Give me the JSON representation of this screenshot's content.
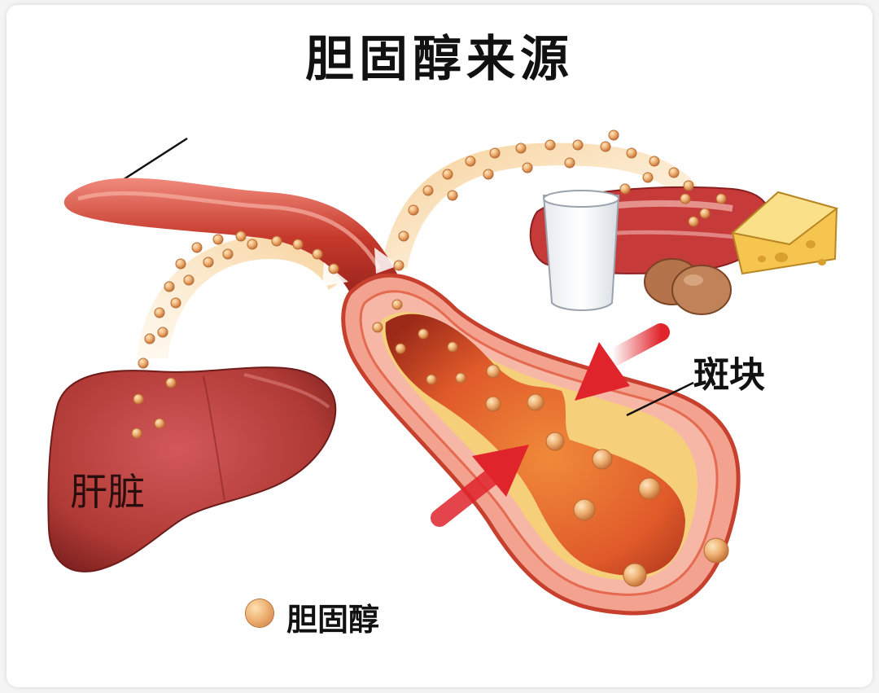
{
  "title": "胆固醇来源",
  "labels": {
    "liver": "肝脏",
    "plaque": "斑块"
  },
  "legend": {
    "cholesterol": "胆固醇",
    "icon": "cholesterol-particle-icon"
  },
  "colors": {
    "artery": "#c0392b",
    "liver": "#b03a35",
    "particle": "#efb376",
    "arrow": "#e0242c",
    "plaque": "#f6cf7a"
  }
}
